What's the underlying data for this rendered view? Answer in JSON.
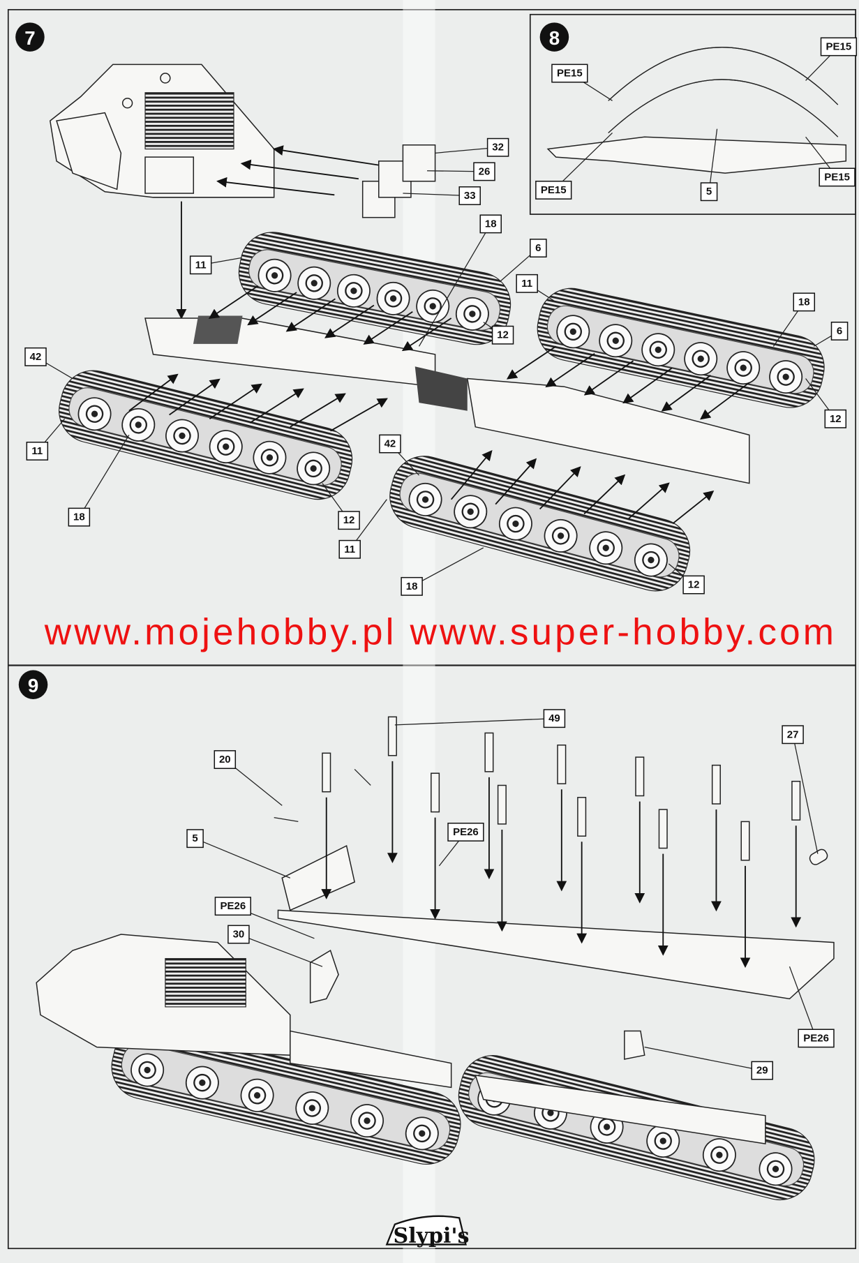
{
  "steps": [
    {
      "number": "7",
      "labels": [
        "32",
        "26",
        "33",
        "18",
        "6",
        "11",
        "12",
        "11",
        "18",
        "6",
        "12",
        "42",
        "11",
        "18",
        "12",
        "42",
        "11",
        "18",
        "12"
      ]
    },
    {
      "number": "8",
      "labels": [
        "PE15",
        "PE15",
        "PE15",
        "PE15",
        "5"
      ]
    },
    {
      "number": "9",
      "labels": [
        "49",
        "27",
        "20",
        "5",
        "PE26",
        "PE26",
        "30",
        "PE26",
        "29"
      ]
    }
  ],
  "watermark": "www.mojehobby.pl www.super-hobby.com",
  "logo": "Slypi's"
}
